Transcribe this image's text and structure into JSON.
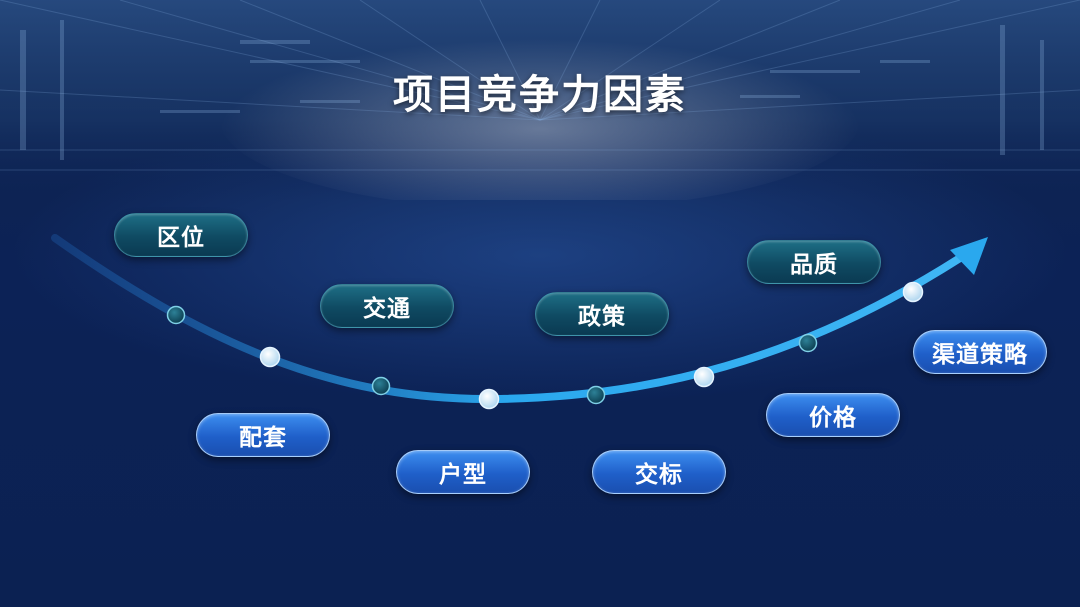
{
  "title": "项目竞争力因素",
  "factors": [
    {
      "label": "区位",
      "style": "teal"
    },
    {
      "label": "配套",
      "style": "blue"
    },
    {
      "label": "交通",
      "style": "teal"
    },
    {
      "label": "户型",
      "style": "blue"
    },
    {
      "label": "政策",
      "style": "teal"
    },
    {
      "label": "交标",
      "style": "blue"
    },
    {
      "label": "品质",
      "style": "teal"
    },
    {
      "label": "价格",
      "style": "blue"
    },
    {
      "label": "渠道策略",
      "style": "blue"
    }
  ],
  "colors": {
    "background": "#0c2256",
    "curve": "#2a9fe8",
    "node_dark": "#0d4a5e",
    "node_light": "#c9e6f7",
    "pill_teal": "#0f4a62",
    "pill_blue": "#1f5fc9"
  }
}
